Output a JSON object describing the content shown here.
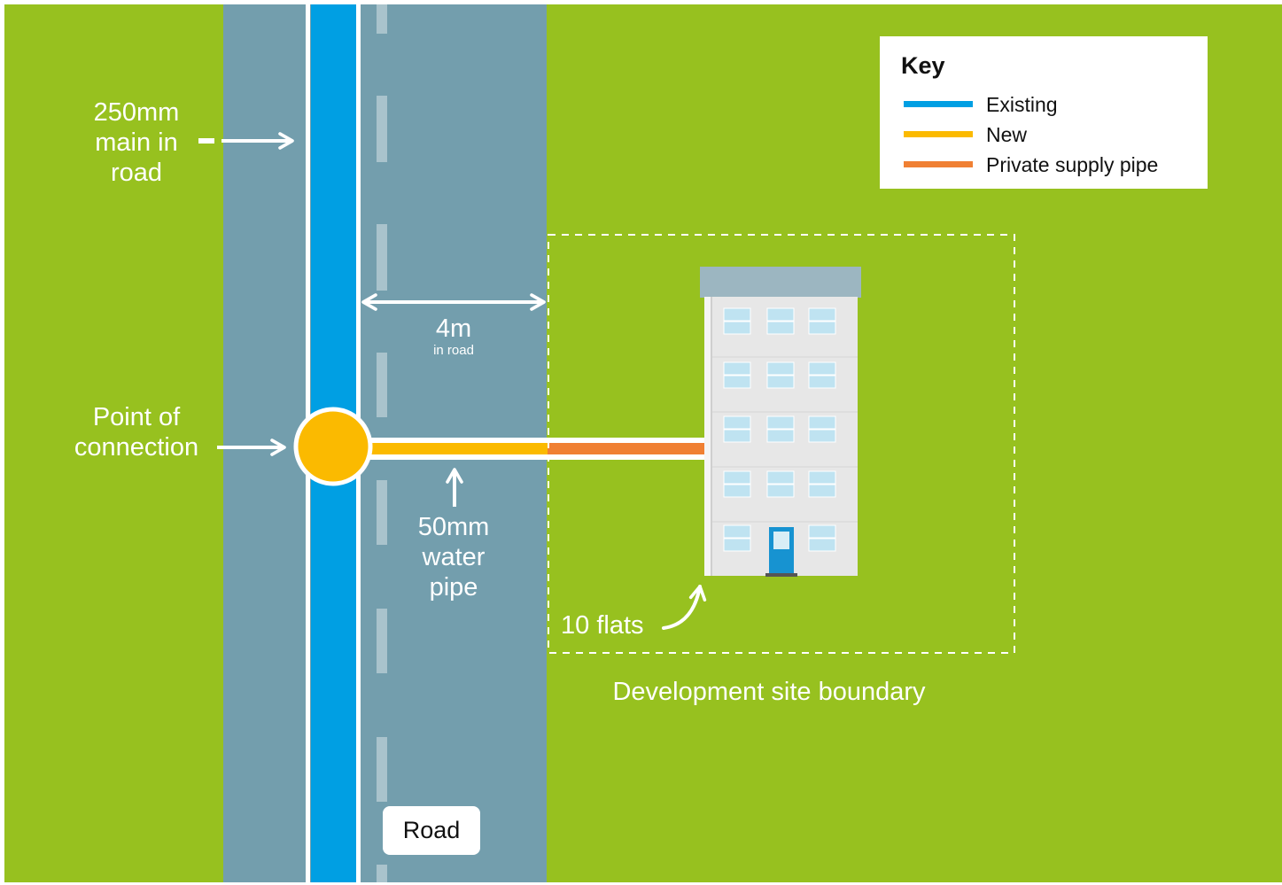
{
  "colors": {
    "grass": "#97c11f",
    "road": "#739ead",
    "existing_main": "#009fe3",
    "new_pipe": "#fbba00",
    "private_pipe": "#f08033",
    "connection_point": "#fbba00",
    "building_facade": "#e7e7e7",
    "building_roof": "#9cb6c1",
    "window": "#bfe3f1",
    "door": "#1793d1",
    "label_text": "#ffffff"
  },
  "labels": {
    "main_label": "250mm\nmain in\nroad",
    "connection_label": "Point of\nconnection",
    "distance_value": "4m",
    "distance_note": "in road",
    "pipe_label": "50mm\nwater\npipe",
    "flats_label": "10 flats",
    "boundary_label": "Development site boundary",
    "road_label": "Road"
  },
  "key": {
    "title": "Key",
    "items": [
      {
        "label": "Existing",
        "color": "#009fe3"
      },
      {
        "label": "New",
        "color": "#fbba00"
      },
      {
        "label": "Private supply pipe",
        "color": "#f08033"
      }
    ]
  },
  "icons": {
    "arrows": "straight-arrow",
    "distance": "double-headed-arrow",
    "flats": "curved-arrow",
    "building": "apartment-building-icon"
  }
}
